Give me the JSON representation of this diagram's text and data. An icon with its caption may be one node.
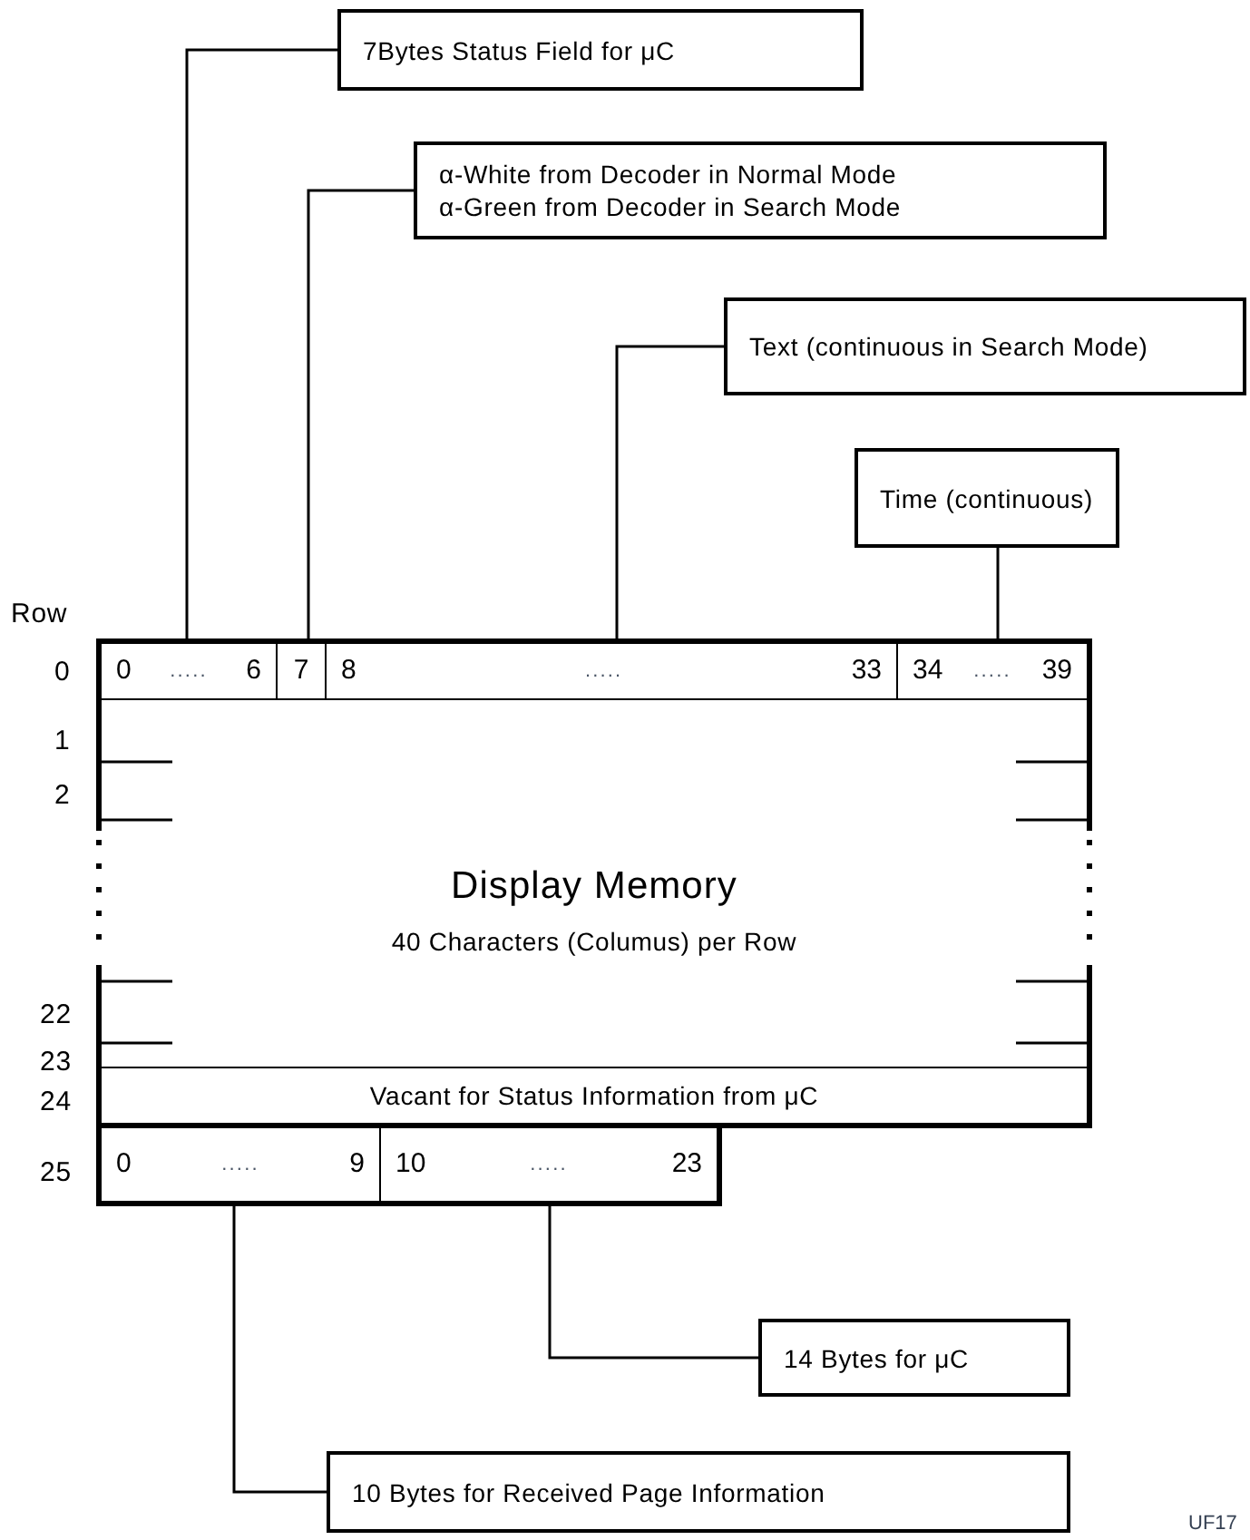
{
  "diagram": {
    "nodes": [
      {
        "text": [
          "7Bytes Status Field for μC"
        ]
      },
      {
        "text": [
          "α-White from Decoder in Normal Mode",
          "α-Green from Decoder in Search Mode"
        ]
      },
      {
        "text": [
          "Text (continuous in Search Mode)"
        ]
      },
      {
        "text": [
          "Time (continuous)"
        ]
      },
      {
        "text": [
          "Display Memory",
          "40 Characters (Columus) per Row"
        ]
      },
      {
        "text": [
          "0",
          ".....",
          "6"
        ],
        "in": 4
      },
      {
        "text": [
          "7"
        ],
        "in": 4
      },
      {
        "text": [
          "8",
          ".....",
          "33"
        ],
        "in": 4
      },
      {
        "text": [
          "34",
          ".....",
          "39"
        ],
        "in": 4
      },
      {
        "text": [
          "Vacant for Status Information from μC"
        ],
        "in": 4
      },
      {
        "text": [
          "0",
          ".....",
          "9"
        ]
      },
      {
        "text": [
          "10",
          ".....",
          "23"
        ]
      },
      {
        "text": [
          "14 Bytes for μC"
        ]
      },
      {
        "text": [
          "10 Bytes for Received Page Information"
        ]
      }
    ],
    "edges": [
      {
        "from": 0,
        "to": 5,
        "arrow": "none"
      },
      {
        "from": 1,
        "to": 6,
        "arrow": "none"
      },
      {
        "from": 2,
        "to": 7,
        "arrow": "none"
      },
      {
        "from": 3,
        "to": 8,
        "arrow": "none"
      },
      {
        "from": 12,
        "to": 11,
        "arrow": "none"
      },
      {
        "from": 13,
        "to": 10,
        "arrow": "none"
      }
    ],
    "labels": [
      "Row",
      "0",
      "1",
      "2",
      "22",
      "23",
      "24",
      "25",
      "UF17"
    ]
  }
}
